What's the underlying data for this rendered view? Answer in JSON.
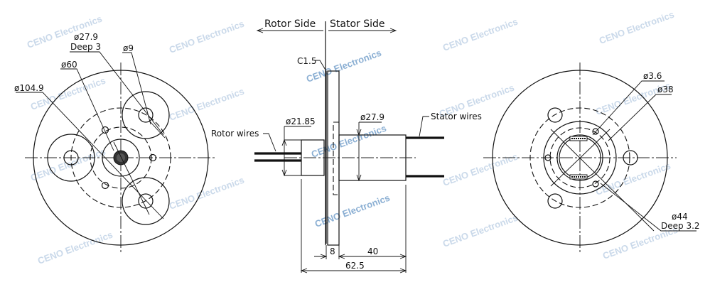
{
  "title": "CENO Electronics slip ring dimensional drawing",
  "watermark": "CENO Electronics",
  "colors": {
    "line": "#111111",
    "watermark_light": "#b9cde3",
    "watermark_accent": "#6f9cc9",
    "background": "#ffffff"
  },
  "rotor_view": {
    "labels": {
      "outer_diameter": "ø104.9",
      "bolt_circle": "ø60",
      "counterbore": "ø27.9",
      "counterbore_depth": "Deep 3",
      "hole": "ø9"
    }
  },
  "side_view": {
    "labels": {
      "rotor_side": "Rotor Side",
      "stator_side": "Stator Side",
      "chamfer": "C1.5",
      "rotor_diameter": "ø21.85",
      "stator_diameter": "ø27.9",
      "rotor_wires": "Rotor wires",
      "stator_wires": "Stator wires",
      "flange_thickness": "8",
      "stator_length": "40",
      "total_length": "62.5"
    }
  },
  "stator_view": {
    "labels": {
      "small_hole": "ø3.6",
      "inner_circle": "ø38",
      "recess": "ø44",
      "recess_depth": "Deep 3.2"
    }
  }
}
